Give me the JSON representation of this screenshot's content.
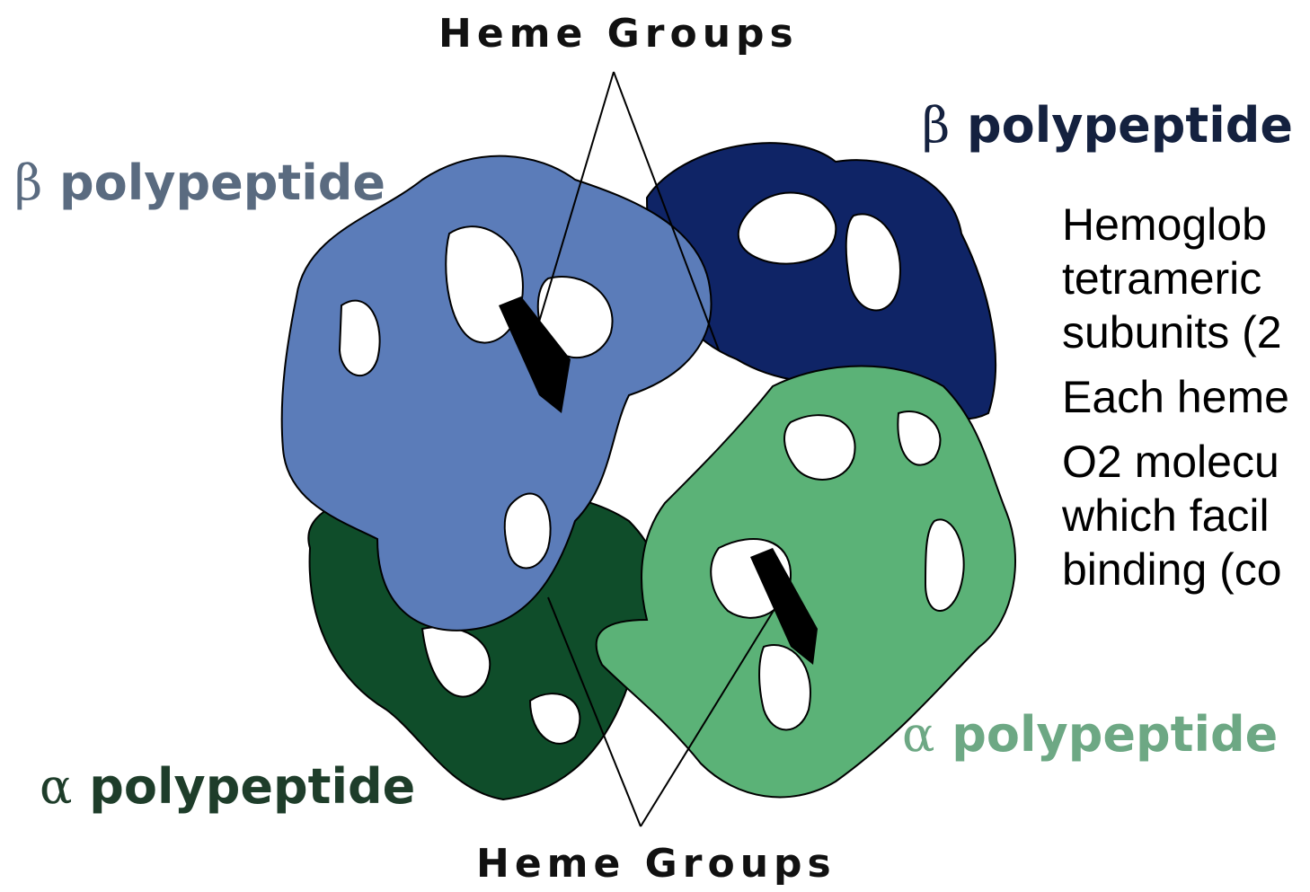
{
  "labels": {
    "heme_top": "Heme Groups",
    "heme_bottom": "Heme Groups",
    "beta_left": {
      "symbol": "β",
      "text": "polypeptide",
      "color": "#5a6b80"
    },
    "beta_right": {
      "symbol": "β",
      "text": "polypeptide",
      "color": "#14213f"
    },
    "alpha_left": {
      "symbol": "α",
      "text": "polypeptide",
      "color": "#1e3d2a"
    },
    "alpha_right": {
      "symbol": "α",
      "text": "polypeptide",
      "color": "#6da884"
    }
  },
  "text_block": {
    "p1": [
      "Hemoglob",
      "tetrameric",
      "subunits (2"
    ],
    "p2": [
      "Each heme"
    ],
    "p3": [
      "O2 molecu",
      "which facil",
      "binding (co"
    ]
  },
  "colors": {
    "beta_light": "#5b7cb9",
    "beta_dark": "#0f2466",
    "alpha_dark": "#0f4d2a",
    "alpha_light": "#5bb277",
    "heme": "#000000"
  }
}
